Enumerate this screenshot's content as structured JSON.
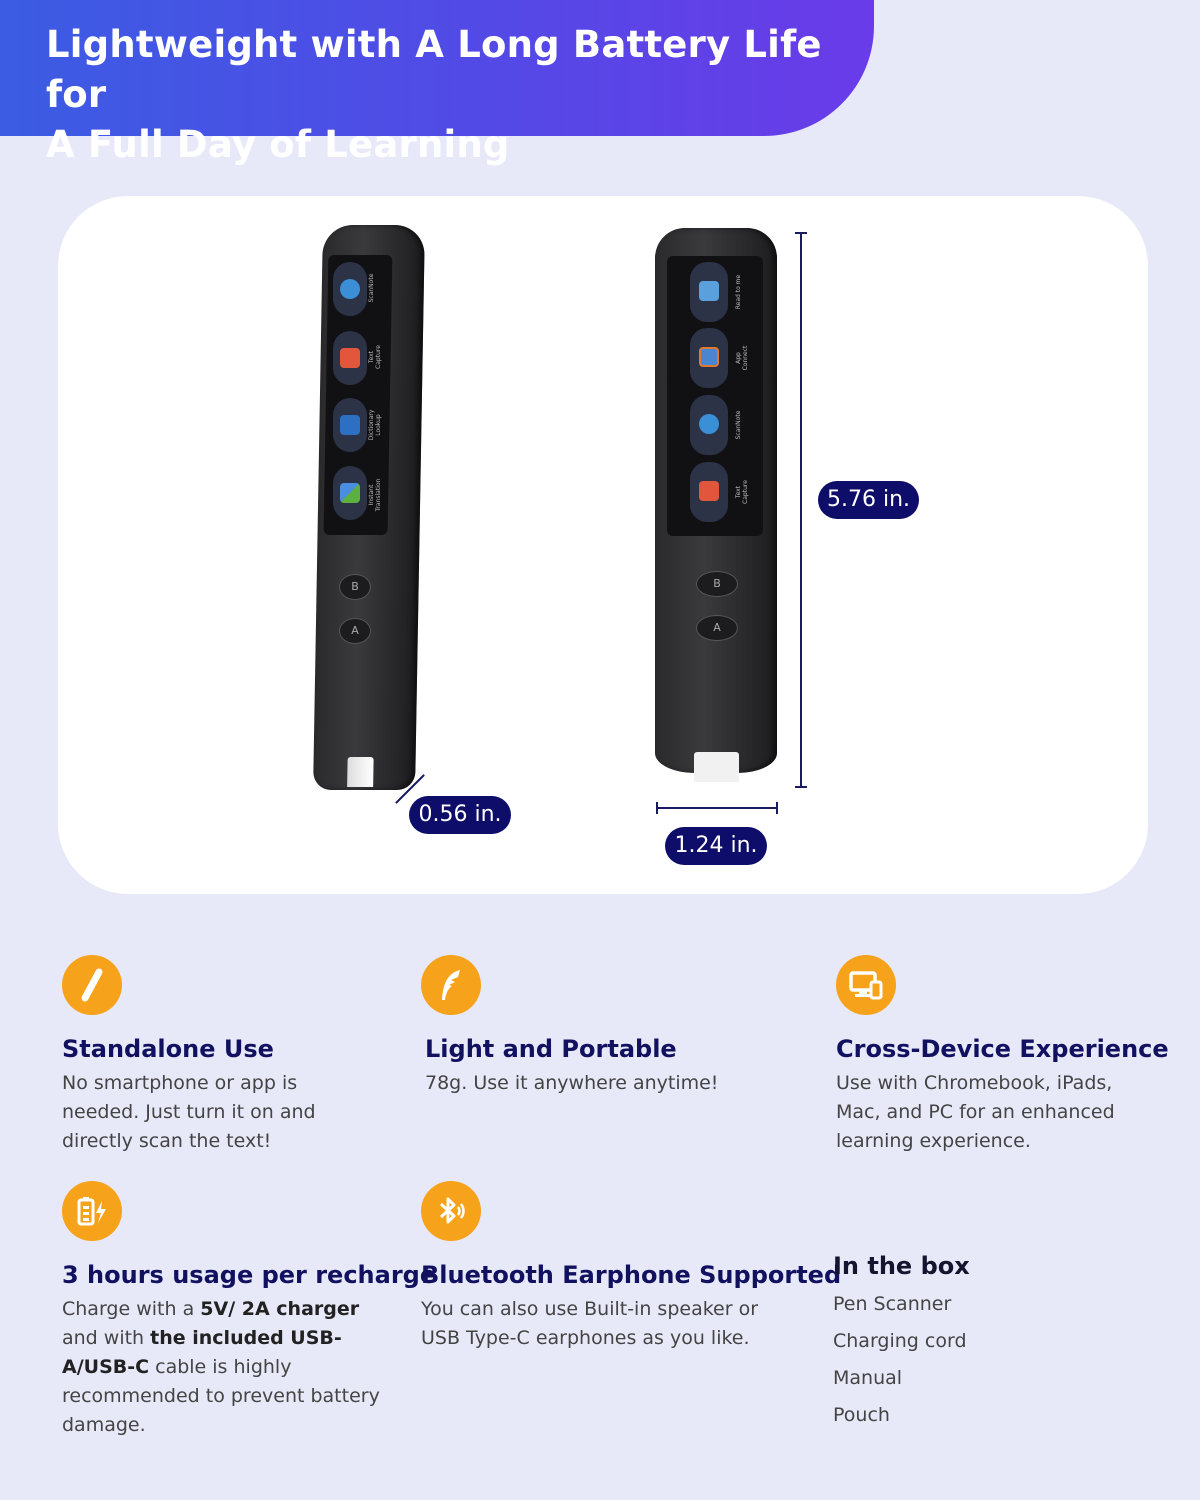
{
  "header": {
    "title_line1": "Lightweight with A Long Battery Life for",
    "title_line2": "A Full Day of Learning"
  },
  "pen_left": {
    "apps": [
      "ScanNote",
      "Text\nCapture",
      "Dictionary\nLookup",
      "Instant\nTranslation"
    ],
    "buttons": [
      "B",
      "A"
    ]
  },
  "pen_right": {
    "apps": [
      "Read to me",
      "App\nConnect",
      "ScanNote",
      "Text\nCapture"
    ],
    "buttons": [
      "B",
      "A"
    ]
  },
  "dimensions": {
    "height": "5.76 in.",
    "width": "1.24 in.",
    "depth": "0.56 in."
  },
  "colors": {
    "accent": "#f7a21b",
    "navy": "#0e0e6a",
    "background": "#e7e9f8"
  },
  "features": [
    {
      "icon": "pen-icon",
      "title": "Standalone Use",
      "body": "No smartphone or app is needed. Just turn it on and directly scan the text!"
    },
    {
      "icon": "feather-icon",
      "title": "Light and Portable",
      "body": "78g. Use it anywhere anytime!"
    },
    {
      "icon": "devices-icon",
      "title": "Cross-Device Experience",
      "body": "Use with Chromebook, iPads, Mac, and PC for an enhanced learning experience."
    },
    {
      "icon": "battery-charging-icon",
      "title": "3 hours usage per recharge",
      "body_pre": "Charge with a ",
      "body_b1": "5V/ 2A charger",
      "body_mid": " and with ",
      "body_b2": "the included USB-A/USB-C",
      "body_post": " cable is highly recommended to prevent battery damage."
    },
    {
      "icon": "bluetooth-audio-icon",
      "title": "Bluetooth Earphone Supported",
      "body": "You can also use Built-in speaker or USB Type-C earphones as you like."
    }
  ],
  "in_the_box": {
    "title": "In the box",
    "items": [
      "Pen Scanner",
      "Charging cord",
      "Manual",
      "Pouch"
    ]
  }
}
